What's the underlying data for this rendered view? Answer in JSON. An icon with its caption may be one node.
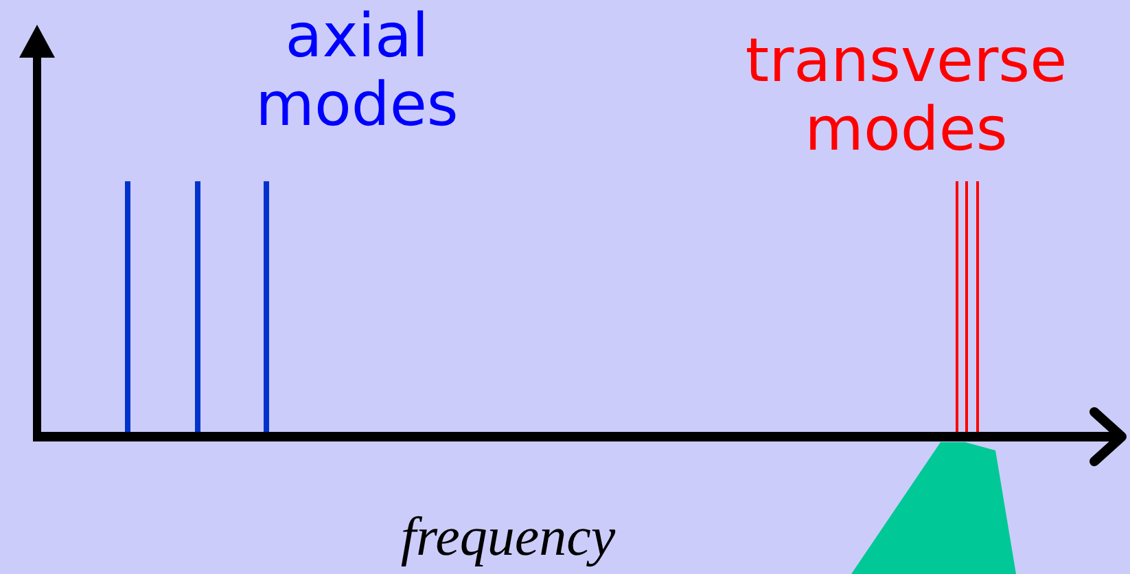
{
  "diagram": {
    "nodes": [
      {
        "text": [],
        "shape": "trapezoid"
      }
    ],
    "labels": [
      "axial modes",
      "transverse modes",
      "frequency"
    ]
  }
}
